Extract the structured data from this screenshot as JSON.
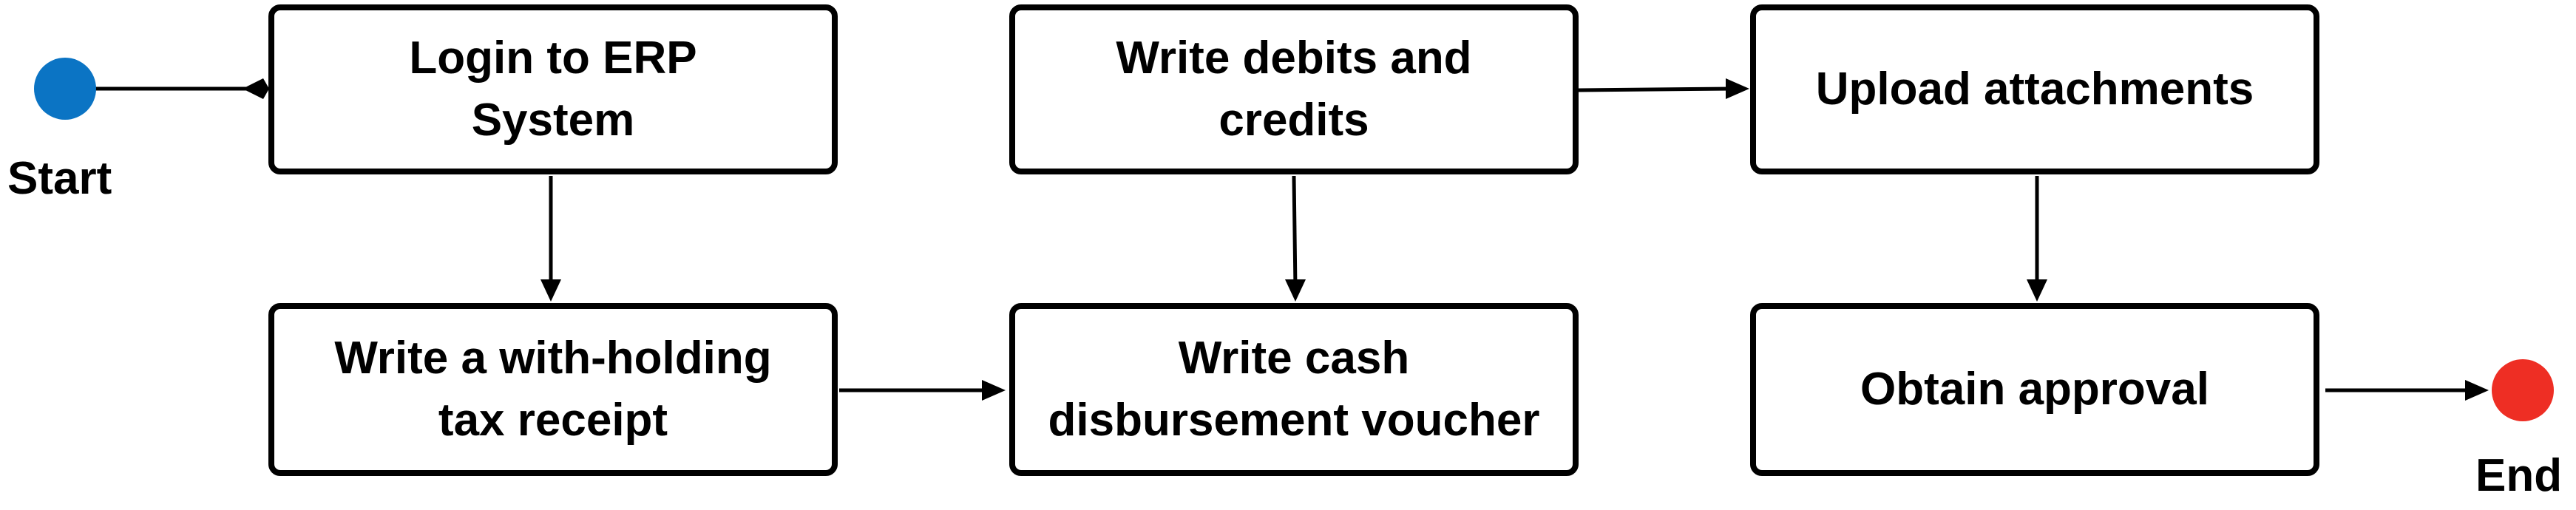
{
  "start": {
    "label": "Start",
    "color": "#0b74c4"
  },
  "end": {
    "label": "End",
    "color": "#ee2e24"
  },
  "steps": [
    {
      "id": "login",
      "lines": [
        "Login to ERP",
        "System"
      ]
    },
    {
      "id": "withholding",
      "lines": [
        "Write a with-holding",
        "tax receipt"
      ]
    },
    {
      "id": "voucher",
      "lines": [
        "Write cash",
        "disbursement voucher"
      ]
    },
    {
      "id": "debits",
      "lines": [
        "Write debits and",
        "credits"
      ]
    },
    {
      "id": "upload",
      "lines": [
        "Upload attachments"
      ]
    },
    {
      "id": "approval",
      "lines": [
        "Obtain approval"
      ]
    }
  ],
  "flow": [
    [
      "start",
      "login"
    ],
    [
      "login",
      "withholding"
    ],
    [
      "withholding",
      "voucher"
    ],
    [
      "debits",
      "voucher"
    ],
    [
      "debits",
      "upload"
    ],
    [
      "upload",
      "approval"
    ],
    [
      "approval",
      "end"
    ]
  ]
}
